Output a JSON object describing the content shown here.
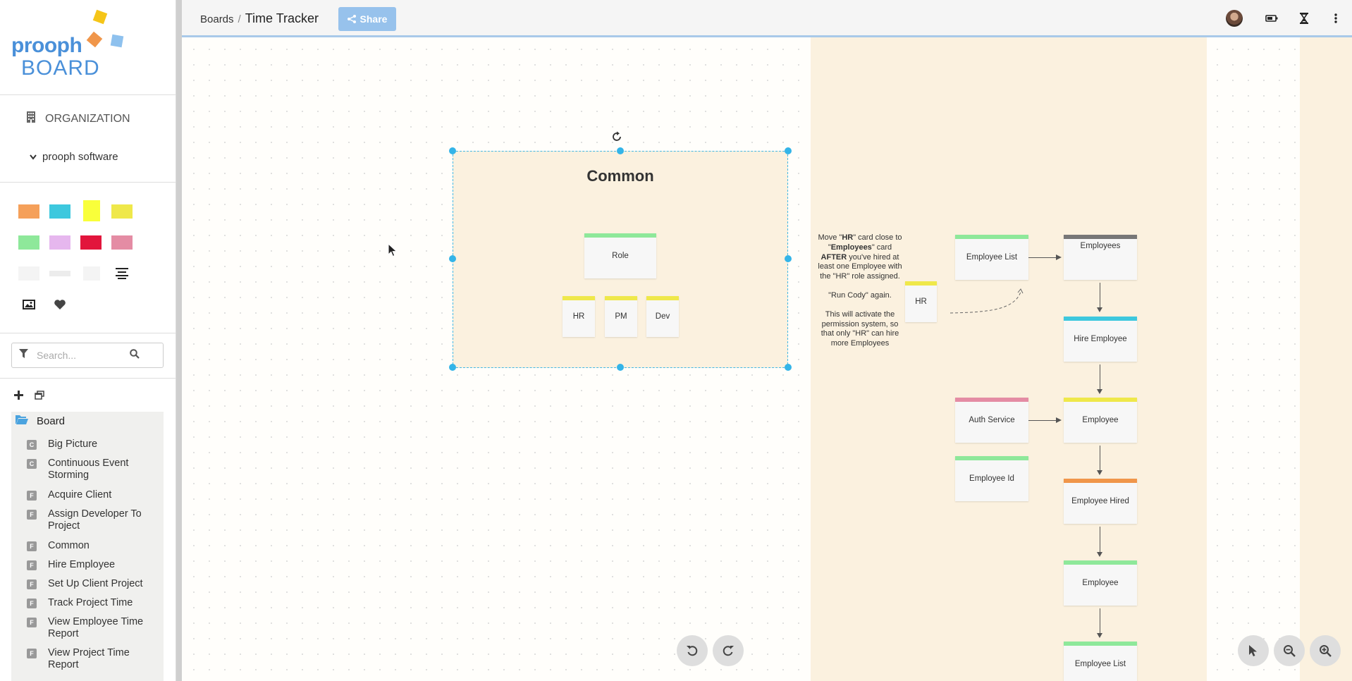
{
  "app": {
    "logo_line1": "prooph",
    "logo_line2": "BOARD",
    "logo_colors": [
      "#f5c518",
      "#f0964a",
      "#8ec1ee"
    ]
  },
  "sidebar": {
    "organization_label": "ORGANIZATION",
    "organization_name": "prooph software",
    "palette": [
      "#f5a05a",
      "#3dc8de",
      "#f9ff3a",
      "#efe84a",
      "#8ee89a",
      "#e6b7ee",
      "#e2153c",
      "#e48ca4",
      "#f4f4f4",
      "#ececec",
      "#f4f4f4"
    ],
    "tool_icons": [
      "text-align-icon",
      "image-icon",
      "heart-icon"
    ],
    "search_placeholder": "Search...",
    "tree_root": "Board",
    "tree_items": [
      {
        "badge": "C",
        "label": "Big Picture"
      },
      {
        "badge": "C",
        "label": "Continuous Event Storming"
      },
      {
        "badge": "F",
        "label": "Acquire Client"
      },
      {
        "badge": "F",
        "label": "Assign Developer To Project"
      },
      {
        "badge": "F",
        "label": "Common"
      },
      {
        "badge": "F",
        "label": "Hire Employee"
      },
      {
        "badge": "F",
        "label": "Set Up Client Project"
      },
      {
        "badge": "F",
        "label": "Track Project Time"
      },
      {
        "badge": "F",
        "label": "View Employee Time Report"
      },
      {
        "badge": "F",
        "label": "View Project Time Report"
      }
    ]
  },
  "topbar": {
    "breadcrumb_root": "Boards",
    "breadcrumb_separator": "/",
    "board_title": "Time Tracker",
    "share_label": "Share",
    "right_icons": [
      "user-avatar",
      "battery-icon",
      "hourglass-icon",
      "more-vertical-icon"
    ]
  },
  "canvas": {
    "frame_title": "Common",
    "frame_cards": {
      "role": "Role",
      "hr": "HR",
      "pm": "PM",
      "dev": "Dev"
    },
    "note": {
      "p1_pre": "Move \"",
      "p1_b1": "HR",
      "p1_mid1": "\" card close to \"",
      "p1_b2": "Employees",
      "p1_mid2": "\" card ",
      "p1_b3": "AFTER",
      "p1_post": " you've hired at least one Employee with the \"HR\" role assigned.",
      "p2": "\"Run Cody\" again.",
      "p3": "This will activate the permission system, so that only \"HR\" can hire more Employees"
    },
    "flow_cards": {
      "hr_card": "HR",
      "employee_list": "Employee List",
      "employees": "Employees",
      "hire_employee": "Hire Employee",
      "auth_service": "Auth Service",
      "employee": "Employee",
      "employee_id": "Employee Id",
      "employee_hired": "Employee Hired",
      "employee_2": "Employee",
      "employee_list_2": "Employee List"
    },
    "card_colors": {
      "green": "#8ee89a",
      "yellow": "#efe84a",
      "gray": "#777777",
      "cyan": "#3dc8de",
      "pink": "#e48ca4",
      "orange": "#f0964a"
    }
  }
}
